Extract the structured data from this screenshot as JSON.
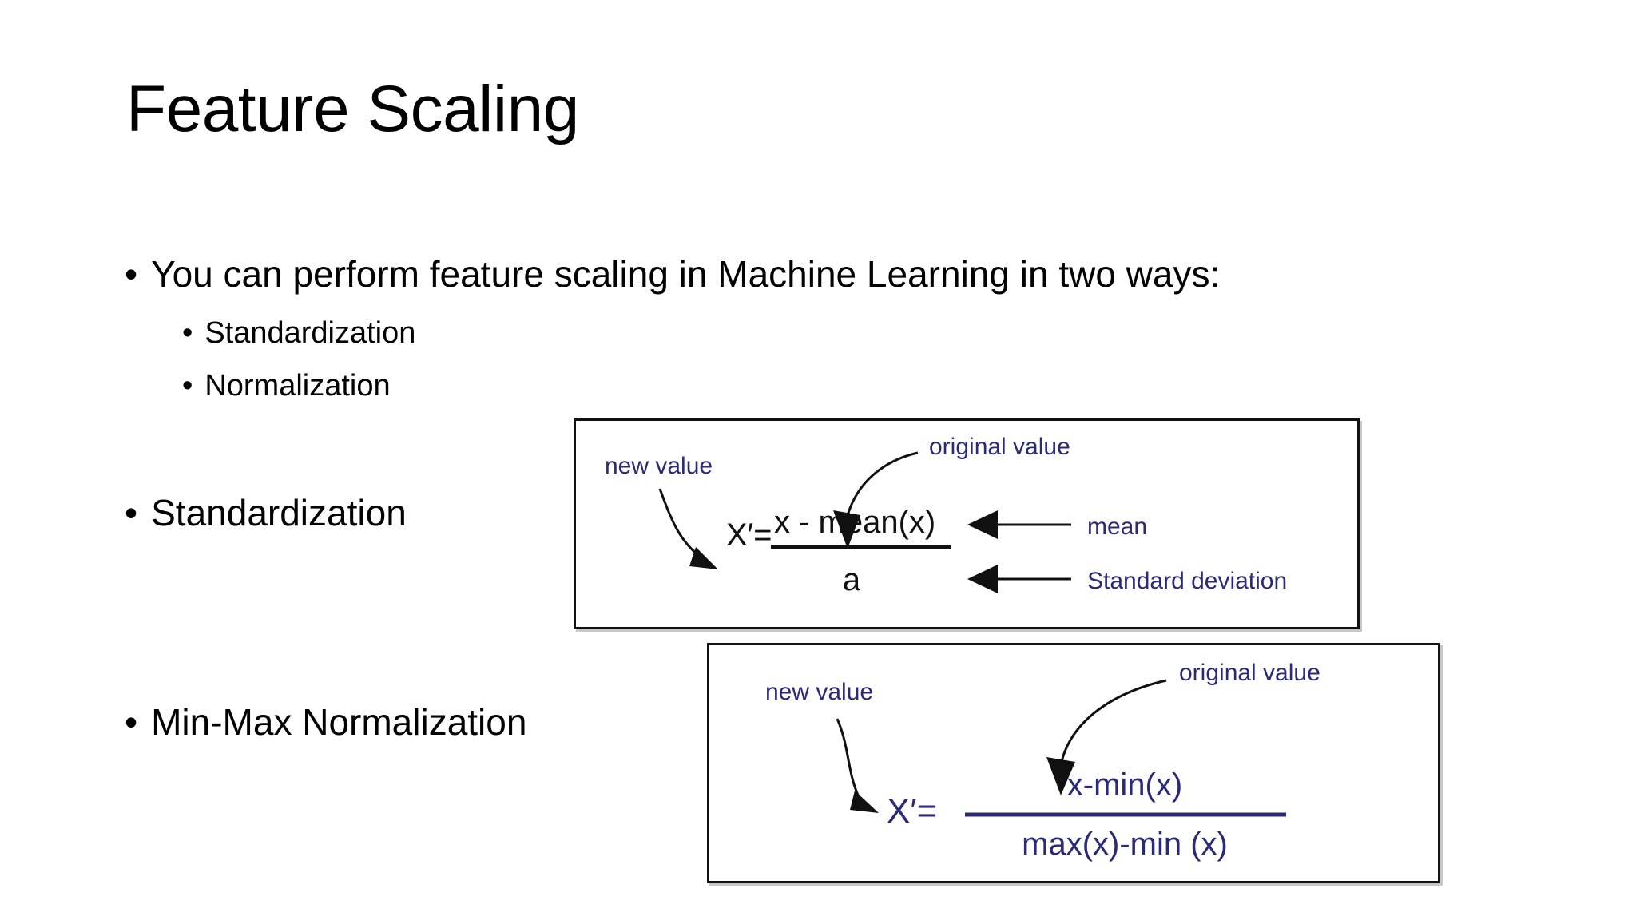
{
  "slide": {
    "title": "Feature Scaling",
    "background_color": "#ffffff",
    "text_color": "#000000",
    "accent_color": "#2a2a78"
  },
  "bullets": [
    {
      "level": 1,
      "marker": "•",
      "text": "You can perform feature scaling in Machine Learning in two ways:"
    },
    {
      "level": 2,
      "marker": "•",
      "text": "Standardization"
    },
    {
      "level": 2,
      "marker": "•",
      "text": "Normalization"
    },
    {
      "level": 1,
      "marker": "•",
      "text": "Standardization"
    },
    {
      "level": 1,
      "marker": "•",
      "text": "Min-Max Normalization"
    }
  ],
  "figures": [
    {
      "name": "standardization-formula",
      "labels": {
        "new_value": "new value",
        "original_value": "original value",
        "mean": "mean",
        "std_dev": "Standard deviation"
      },
      "formula": {
        "lhs": "X′=",
        "numerator": "x - mean(x)",
        "denominator": "a"
      }
    },
    {
      "name": "minmax-formula",
      "labels": {
        "new_value": "new value",
        "original_value": "original value"
      },
      "formula": {
        "lhs": "X′=",
        "numerator": "x-min(x)",
        "denominator": "max(x)-min (x)"
      }
    }
  ]
}
